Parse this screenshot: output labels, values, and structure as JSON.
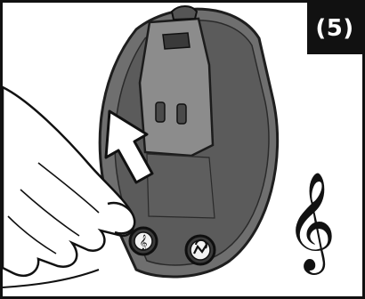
{
  "step_label": "(5)",
  "icons": {
    "device": "belt-clip-device-back",
    "hand": "hand-pressing",
    "arrow": "push-arrow",
    "button_left": "treble-clef-button",
    "button_right": "repeat-k-button",
    "symbol": "treble-clef-symbol"
  },
  "colors": {
    "device_body": "#6f6f6f",
    "device_edge": "#2a2a2a",
    "clip": "#8c8c8c",
    "background": "#ffffff",
    "badge": "#111111"
  }
}
